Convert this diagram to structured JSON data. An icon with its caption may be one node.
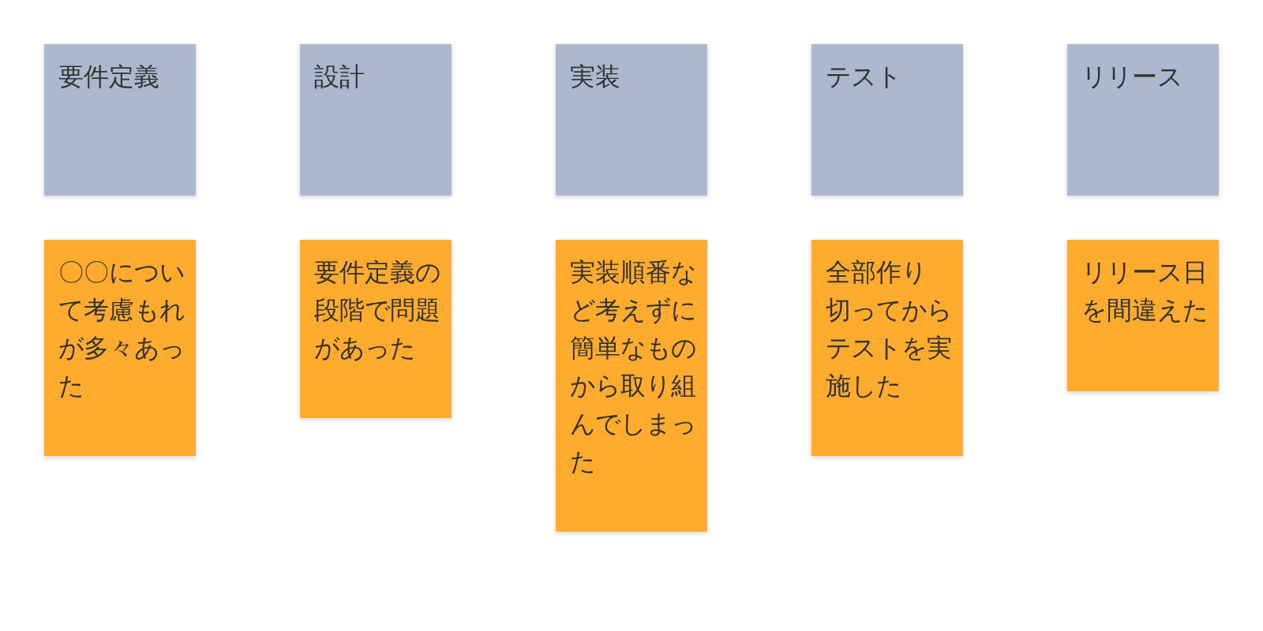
{
  "diagram": {
    "nodes": [
      {
        "text": [
          "要件定義"
        ]
      },
      {
        "text": [
          "設計"
        ]
      },
      {
        "text": [
          "実装"
        ]
      },
      {
        "text": [
          "テスト"
        ]
      },
      {
        "text": [
          "リリース"
        ]
      },
      {
        "text": [
          "〇〇について考慮もれが多々あった"
        ]
      },
      {
        "text": [
          "要件定義の段階で問題があった"
        ]
      },
      {
        "text": [
          "実装順番など考えずに簡単なものから取り組んでしまった"
        ]
      },
      {
        "text": [
          "全部作り切ってからテストを実施した"
        ]
      },
      {
        "text": [
          "リリース日を間違えた"
        ]
      }
    ]
  }
}
